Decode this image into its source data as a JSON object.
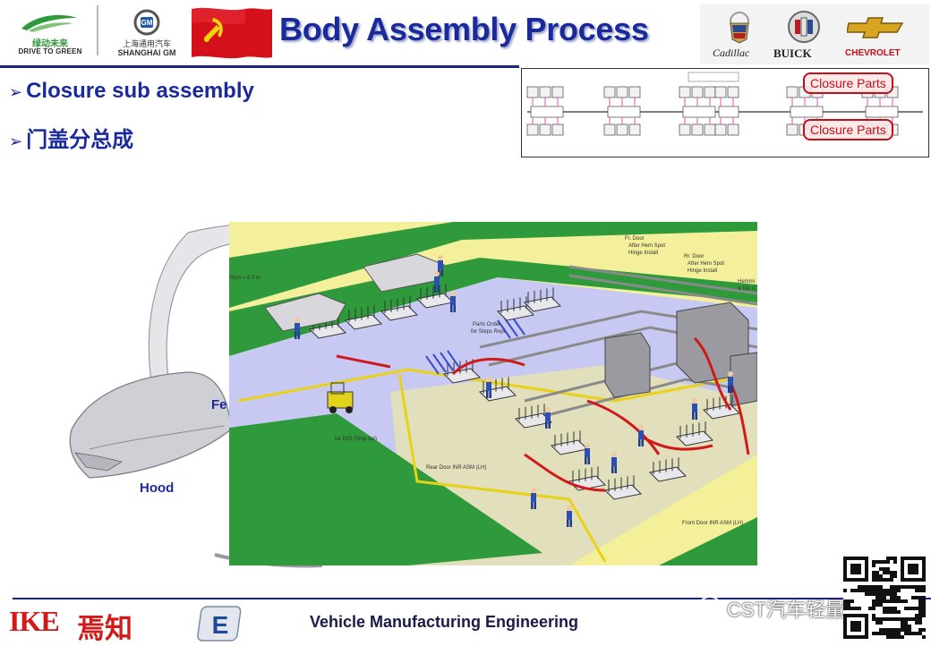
{
  "header": {
    "saic_logo_cn": "绿动未来",
    "saic_logo_en": "DRIVE TO GREEN",
    "sgm_logo_cn": "上海通用汽车",
    "sgm_logo_en": "SHANGHAI GM",
    "title": "Body Assembly Process",
    "brands": [
      "Cadillac",
      "BUICK",
      "CHEVROLET"
    ]
  },
  "bullets": [
    {
      "text": "Closure sub assembly"
    },
    {
      "text": "门盖分总成"
    }
  ],
  "flow_diagram": {
    "callouts": [
      "Closure Parts",
      "Closure Parts"
    ]
  },
  "illustration": {
    "hood_label": "Hood",
    "fender_label": "Fe",
    "annotations": {
      "pitch": "Pitch = 6.0 m",
      "fr_door": "Fr. Door",
      "fr_door_sub1": "After Hem Spot",
      "fr_door_sub2": "Hinge Install",
      "rr_door": "Rr. Door",
      "rr_door_sub1": "After Hem Spot",
      "rr_door_sub2": "Hinge Install",
      "hemming": "Hemmi",
      "hemming_sub": "& Dis C",
      "parts_order": "Parts Order",
      "parts_order_sub": "for Steps Repl",
      "for_drop": "for D/O (Ship out)",
      "rear_door_inr": "Rear Door INR ASM (LH)",
      "front_door_inr": "Front Door INR ASM (LH)"
    }
  },
  "footer": {
    "ike_logo": "IKE",
    "ike_logo_cn": "焉知",
    "text": "Vehicle Manufacturing Engineering",
    "watermark": "CST汽车轻量化"
  },
  "colors": {
    "title": "#1a2a9c",
    "callout_red": "#c0101a",
    "floor_green": "#2e9a3c",
    "floor_yellow": "#f4ef9a",
    "floor_lavender": "#c7c9f2",
    "ike_red": "#d21a1a"
  }
}
